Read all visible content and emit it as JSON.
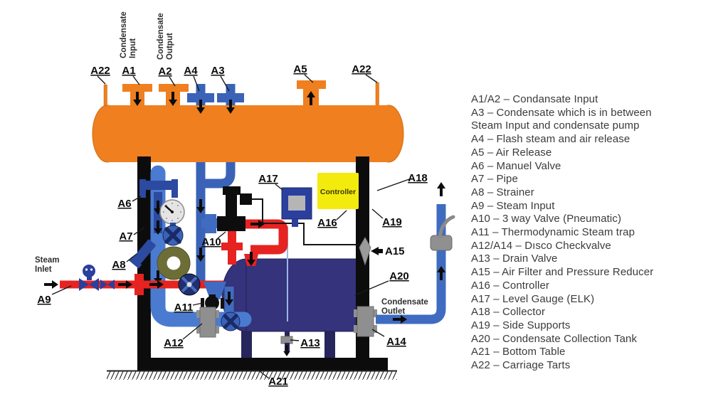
{
  "diagram": {
    "labels": {
      "a22_left": "A22",
      "a1": "A1",
      "a2": "A2",
      "a4": "A4",
      "a3": "A3",
      "a5": "A5",
      "a22_right": "A22",
      "a6": "A6",
      "a7": "A7",
      "a8": "A8",
      "a9": "A9",
      "a10": "A10",
      "a11": "A11",
      "a12": "A12",
      "a13": "A13",
      "a14": "A14",
      "a15": "A15",
      "a16": "A16",
      "a17": "A17",
      "a18": "A18",
      "a19": "A19",
      "a20": "A20",
      "a21": "A21"
    },
    "annotations": {
      "steam_inlet": [
        "Steam",
        "Inlet"
      ],
      "condensate_outlet": [
        "Condensate",
        "Outlet"
      ],
      "condensate_input": [
        "Condensate",
        "Input"
      ],
      "condensate_output": [
        "Condensate",
        "Output"
      ],
      "controller": "Controller"
    },
    "colors": {
      "tank_orange": "#ef7f1f",
      "pipe_blue": "#4a7bd0",
      "fitting_blue": "#2b4aa0",
      "steam_red": "#e62320",
      "collection_navy": "#34337b",
      "controller_yellow": "#f3eb0e",
      "frame_black": "#0c0c0c"
    }
  },
  "legend": {
    "lines": [
      "A1/A2 – Condansate Input",
      "A3 – Condensate which is in between",
      "Steam Input and condensate pump",
      "A4 – Flash steam and air release",
      "A5 – Air Release",
      "A6 – Manuel Valve",
      "A7 – Pipe",
      "A8 – Strainer",
      "A9 – Steam Input",
      "A10 – 3 way Valve (Pneumatic)",
      "A11 – Thermodynamic Steam trap",
      "A12/A14 – Dısco Checkvalve",
      "A13 – Drain Valve",
      "A15 – Air Filter and Pressure Reducer",
      "A16 – Controller",
      "A17 – Level Gauge (ELK)",
      "A18 – Collector",
      "A19 – Side Supports",
      "A20 – Condensate Collection Tank",
      "A21 – Bottom Table",
      "A22 – Carriage Tarts"
    ]
  }
}
